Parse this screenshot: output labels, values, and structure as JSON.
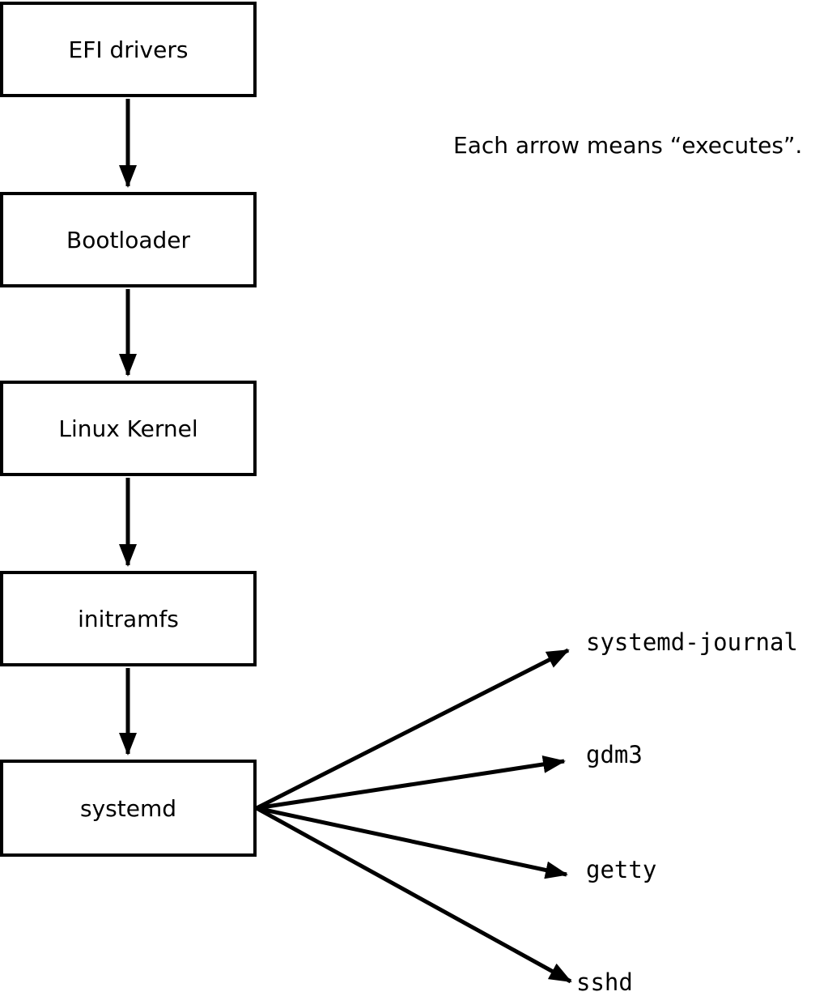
{
  "note": "Each arrow means “executes”.",
  "nodes": [
    {
      "id": "efi-drivers",
      "label": "EFI drivers"
    },
    {
      "id": "bootloader",
      "label": "Bootloader"
    },
    {
      "id": "linux-kernel",
      "label": "Linux Kernel"
    },
    {
      "id": "initramfs",
      "label": "initramfs"
    },
    {
      "id": "systemd",
      "label": "systemd"
    }
  ],
  "targets": [
    {
      "id": "systemd-journal",
      "label": "systemd-journal"
    },
    {
      "id": "gdm3",
      "label": "gdm3"
    },
    {
      "id": "getty",
      "label": "getty"
    },
    {
      "id": "sshd",
      "label": "sshd"
    }
  ],
  "edges": [
    {
      "from": "EFI drivers",
      "to": "Bootloader",
      "meaning": "executes"
    },
    {
      "from": "Bootloader",
      "to": "Linux Kernel",
      "meaning": "executes"
    },
    {
      "from": "Linux Kernel",
      "to": "initramfs",
      "meaning": "executes"
    },
    {
      "from": "initramfs",
      "to": "systemd",
      "meaning": "executes"
    },
    {
      "from": "systemd",
      "to": "systemd-journal",
      "meaning": "executes"
    },
    {
      "from": "systemd",
      "to": "gdm3",
      "meaning": "executes"
    },
    {
      "from": "systemd",
      "to": "getty",
      "meaning": "executes"
    },
    {
      "from": "systemd",
      "to": "sshd",
      "meaning": "executes"
    }
  ],
  "colors": {
    "stroke": "#000000",
    "background": "#ffffff"
  }
}
